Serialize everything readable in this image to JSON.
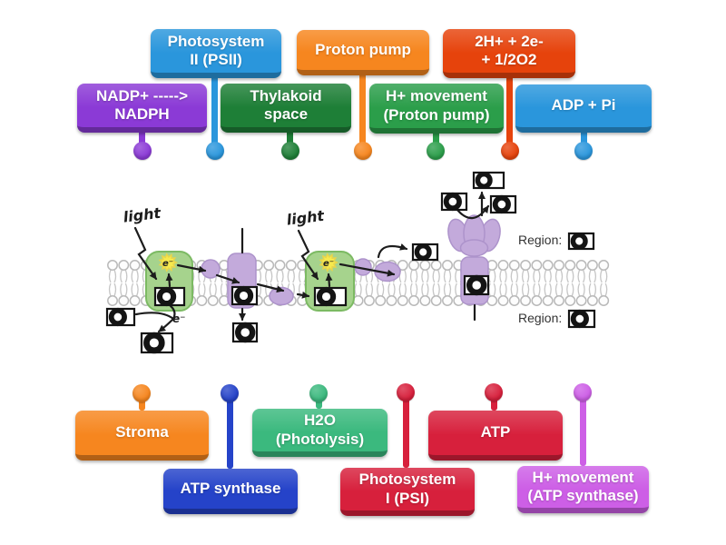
{
  "labels": {
    "top": [
      {
        "id": "photosystem-ii",
        "text": "Photosystem\nII (PSII)",
        "color": "#2A96DC"
      },
      {
        "id": "proton-pump",
        "text": "Proton pump",
        "color": "#F6861F"
      },
      {
        "id": "h2-2e-half-o2",
        "text": "2H+ + 2e-\n+ 1/2O2",
        "color": "#E6430C"
      },
      {
        "id": "nadp-nadph",
        "text": "NADP+ ----->\nNADPH",
        "color": "#8B3AD6"
      },
      {
        "id": "thylakoid-space",
        "text": "Thylakoid\nspace",
        "color": "#1E7F37"
      },
      {
        "id": "h-movement-proton-pump",
        "text": "H+ movement\n(Proton pump)",
        "color": "#2B9E4A"
      },
      {
        "id": "adp-pi",
        "text": "ADP + Pi",
        "color": "#2A96DC"
      }
    ],
    "bottom": [
      {
        "id": "stroma",
        "text": "Stroma",
        "color": "#F6861F"
      },
      {
        "id": "atp-synthase",
        "text": "ATP synthase",
        "color": "#2543C9"
      },
      {
        "id": "h2o-photolysis",
        "text": "H2O\n(Photolysis)",
        "color": "#3BB97E"
      },
      {
        "id": "photosystem-i",
        "text": "Photosystem\nI (PSI)",
        "color": "#D7203C"
      },
      {
        "id": "atp",
        "text": "ATP",
        "color": "#D7203C"
      },
      {
        "id": "h-movement-atp-synthase",
        "text": "H+ movement\n(ATP synthase)",
        "color": "#CD5FE6"
      }
    ]
  },
  "diagram": {
    "light_label": "light",
    "electron_label": "e⁻",
    "region_label": "Region:",
    "placeholder_icon": "image-placeholder-icon",
    "colors": {
      "photosystem_fill": "#A6D38D",
      "photosystem_stroke": "#7CBA63",
      "protein_fill": "#C3AADB",
      "protein_stroke": "#AD93CB",
      "membrane_stroke": "#B9B9B9",
      "membrane_tail": "#C6C6C6",
      "starburst_fill": "#F6E94E",
      "starburst_stroke": "#E8D54B",
      "ink": "#1C1C1C"
    }
  }
}
